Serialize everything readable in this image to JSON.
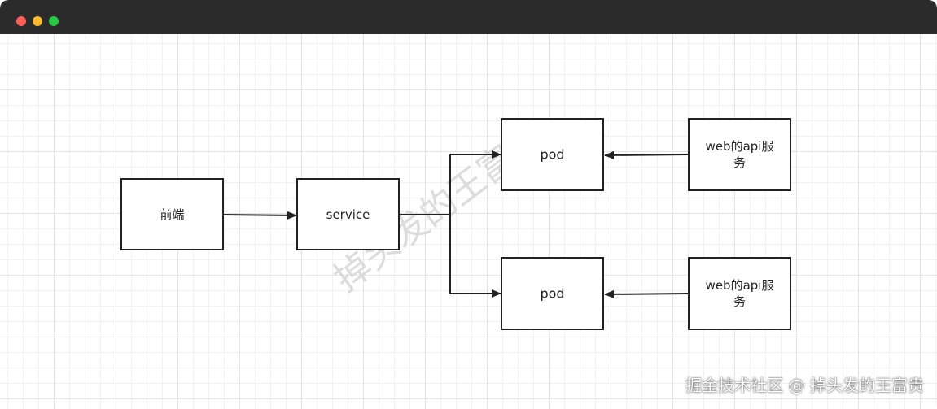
{
  "window": {
    "controls": [
      "close-dot",
      "minimize-dot",
      "maximize-dot"
    ]
  },
  "diagram": {
    "nodes": {
      "frontend": {
        "label": "前端"
      },
      "service": {
        "label": "service"
      },
      "pod_top": {
        "label": "pod"
      },
      "pod_bottom": {
        "label": "pod"
      },
      "api_top": {
        "line1": "web的api服",
        "line2": "务"
      },
      "api_bottom": {
        "line1": "web的api服",
        "line2": "务"
      }
    },
    "edges": [
      {
        "from": "frontend",
        "to": "service"
      },
      {
        "from": "service",
        "to": "pod_top"
      },
      {
        "from": "service",
        "to": "pod_bottom"
      },
      {
        "from": "api_top",
        "to": "pod_top"
      },
      {
        "from": "api_bottom",
        "to": "pod_bottom"
      }
    ],
    "watermark": "掉头发的王富贵"
  },
  "footer": {
    "credit": "掘金技术社区 @ 掉头发的王富贵"
  },
  "colors": {
    "titlebar": "#2b2b2b",
    "close": "#fe5f57",
    "minimize": "#febc2e",
    "maximize": "#28c840",
    "stroke": "#222222",
    "grid": "#e3e3e3"
  }
}
